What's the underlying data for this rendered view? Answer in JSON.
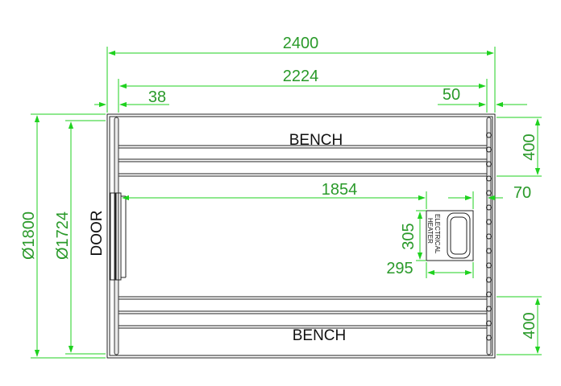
{
  "title": "",
  "labels": {
    "bench_top": "BENCH",
    "bench_bottom": "BENCH",
    "door": "DOOR",
    "heater_line1": "ELECTRICAL",
    "heater_line2": "HEATER"
  },
  "dimensions": {
    "overall_width": "2400",
    "inner_width": "2224",
    "left_wall": "38",
    "right_wall": "50",
    "top_bench_depth": "400",
    "heater_distance": "1854",
    "heater_gap": "70",
    "heater_depth": "305",
    "heater_width": "295",
    "bottom_bench_depth": "400",
    "overall_height": "Ø1800",
    "inner_height": "Ø1724"
  },
  "colors": {
    "dimension": "#1fd21f",
    "dimension_text": "#2a9a2a",
    "outline": "#222222"
  }
}
